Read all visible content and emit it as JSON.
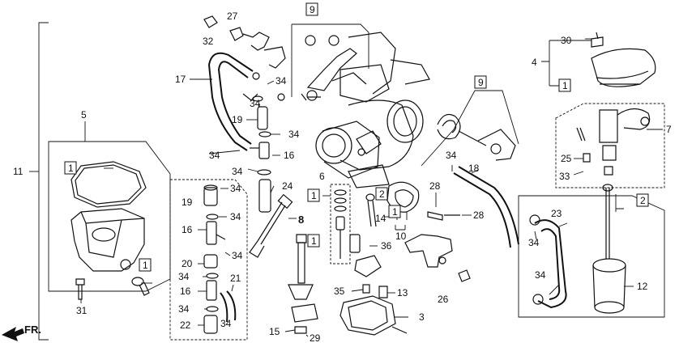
{
  "callouts": {
    "n1a": "1",
    "n1b": "1",
    "n1c": "1",
    "n1d": "1",
    "n1e": "1",
    "n1f": "1",
    "n2a": "2",
    "n2b": "2",
    "n3": "3",
    "n4": "4",
    "n5": "5",
    "n6": "6",
    "n7": "7",
    "n8": "8",
    "n9a": "9",
    "n9b": "9",
    "n10": "10",
    "n11": "11",
    "n12": "12",
    "n13": "13",
    "n14": "14",
    "n15": "15",
    "n16a": "16",
    "n16b": "16",
    "n16c": "16",
    "n17": "17",
    "n18": "18",
    "n19a": "19",
    "n19b": "19",
    "n20": "20",
    "n21": "21",
    "n22": "22",
    "n23": "23",
    "n24": "24",
    "n25": "25",
    "n26": "26",
    "n27": "27",
    "n28a": "28",
    "n28b": "28",
    "n29": "29",
    "n30": "30",
    "n31": "31",
    "n32": "32",
    "n33": "33",
    "n34a": "34",
    "n34b": "34",
    "n34c": "34",
    "n34d": "34",
    "n34e": "34",
    "n34f": "34",
    "n34g": "34",
    "n34h": "34",
    "n34i": "34",
    "n34j": "34",
    "n34k": "34",
    "n34l": "34",
    "n34m": "34",
    "n35": "35",
    "n36": "36"
  },
  "direction_marker": "FR."
}
